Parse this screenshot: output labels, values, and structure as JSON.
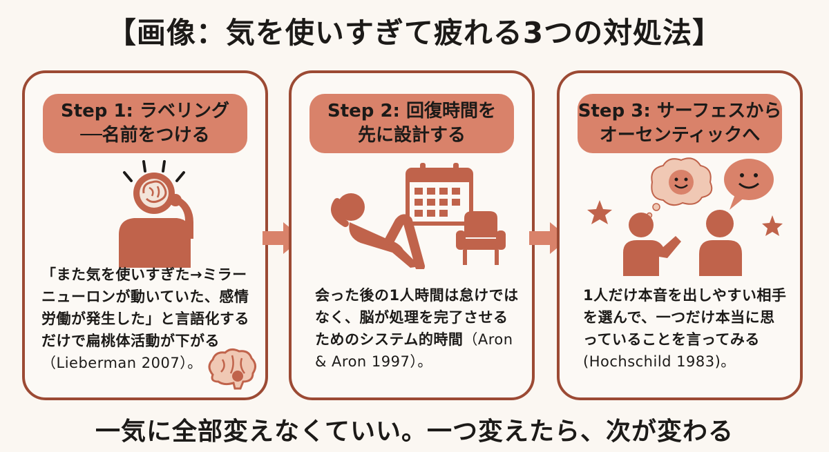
{
  "title": "【画像：気を使いすぎて疲れる3つの対処法】",
  "steps": [
    {
      "heading": "Step 1: ラベリング\n──名前をつける",
      "body": "「また気を使いすぎた→ミラーニューロンが動いていた、感情労働が発生した」と言語化するだけで扁桃体活動が下がる",
      "citation": "（Lieberman 2007）。",
      "icons": [
        "person-thinking-icon",
        "brain-icon"
      ]
    },
    {
      "heading": "Step 2: 回復時間を\n先に設計する",
      "body": "会った後の1人時間は怠けではなく、脳が処理を完了させるためのシステム的時間",
      "citation": "（Aron & Aron 1997）。",
      "icons": [
        "reclining-person-icon",
        "calendar-icon",
        "armchair-icon"
      ]
    },
    {
      "heading": "Step 3: サーフェスから\nオーセンティックへ",
      "body": "1人だけ本音を出しやすい相手を選んで、一つだけ本当に思っていることを言ってみる",
      "citation": "(Hochschild 1983)。",
      "icons": [
        "two-people-talking-icon",
        "smiley-thought-bubble-icon",
        "smiley-speech-bubble-icon",
        "star-icon"
      ]
    }
  ],
  "footer": "一気に全部変えなくていい。一つ変えたら、次が変わる",
  "colors": {
    "accent": "#d9826a",
    "border": "#9c4a34",
    "icon": "#c0634b",
    "text": "#1c1a18",
    "background": "#fbf7f2"
  }
}
